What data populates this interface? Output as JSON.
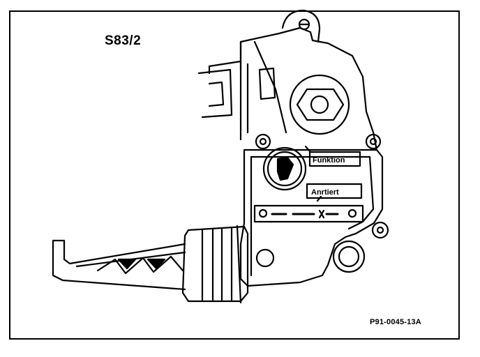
{
  "diagram": {
    "component_label": "S83/2",
    "label_function": "Funktion",
    "label_actuated": "Anrtiert",
    "figure_code": "P91-0045-13A"
  }
}
